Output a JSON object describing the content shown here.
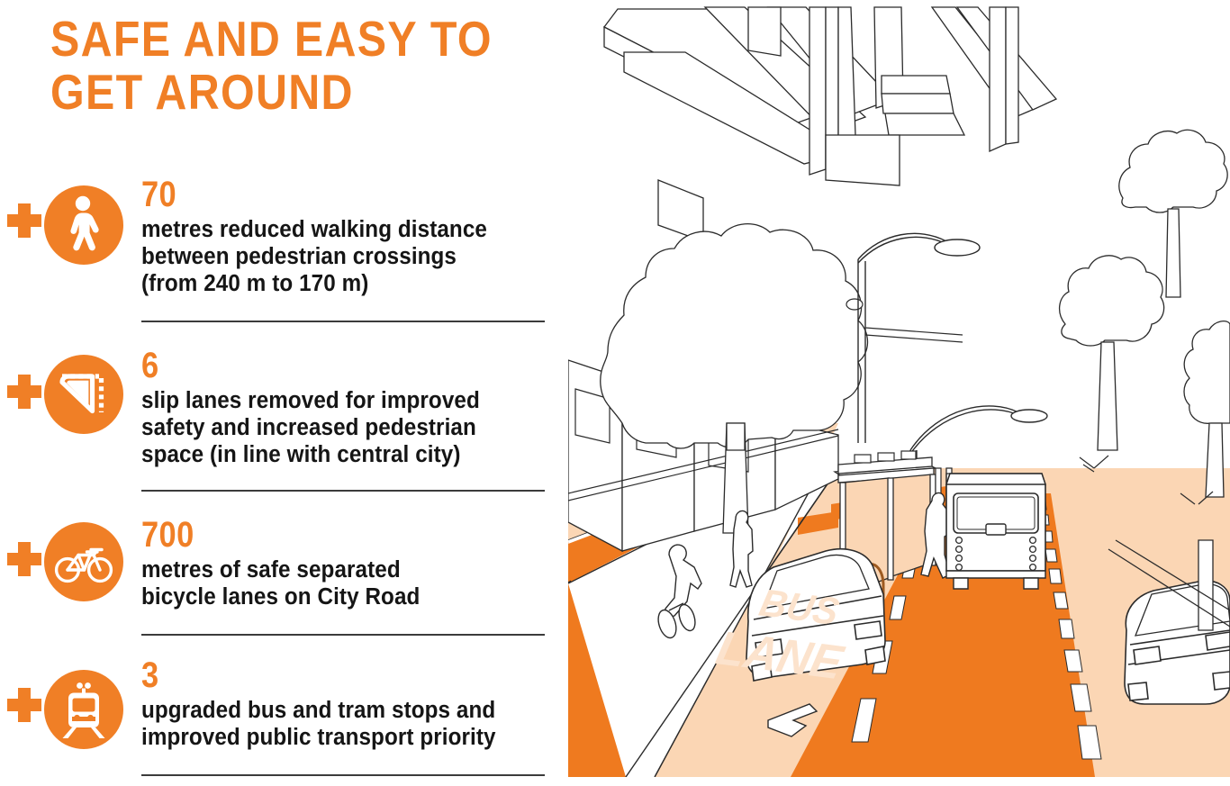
{
  "headline": "Safe and easy to\nget around",
  "colors": {
    "orange": "#f07f26",
    "orange_deep": "#ef7a1f",
    "peach": "#fbd6b4",
    "peach_light": "#fce3cd",
    "line": "#3b3b3b",
    "text": "#151515",
    "white": "#ffffff"
  },
  "stats": [
    {
      "marker": "plus-icon",
      "icon": "pedestrian-walking-icon",
      "number": "70",
      "text": "metres reduced walking distance\nbetween pedestrian crossings\n(from 240 m to 170 m)"
    },
    {
      "marker": "plus-icon",
      "icon": "slip-lane-icon",
      "number": "6",
      "text": "slip lanes removed for improved\nsafety and increased pedestrian\nspace (in line with central city)"
    },
    {
      "marker": "plus-icon",
      "icon": "bicycle-icon",
      "number": "700",
      "text": "metres of safe separated\nbicycle lanes on City Road"
    },
    {
      "marker": "plus-icon",
      "icon": "tram-icon",
      "number": "3",
      "text": "upgraded bus and tram stops and\nimproved public transport priority"
    }
  ],
  "illustration": {
    "description": "street-scene-line-drawing",
    "road_marking_bus": "BUS",
    "road_marking_lane": "LANE",
    "elements": [
      "bus-lane-orange",
      "bicycle-lane-orange",
      "footpath-peach",
      "bus-vehicle",
      "parked-car-left",
      "parked-car-right",
      "cyclist",
      "pedestrians",
      "bus-shelter",
      "bike-hoops",
      "street-lamps",
      "street-trees",
      "overhead-building",
      "lane-dashes"
    ]
  }
}
